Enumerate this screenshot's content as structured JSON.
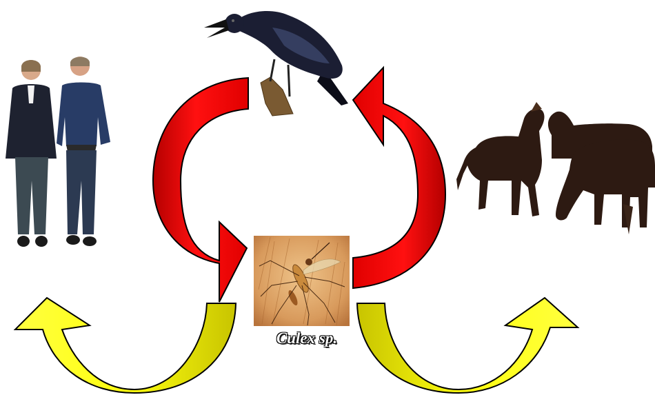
{
  "diagram": {
    "caption": "Culex sp.",
    "nodes": [
      {
        "id": "crow",
        "depicts": "crow-bird"
      },
      {
        "id": "humans",
        "depicts": "two-people"
      },
      {
        "id": "mosquito",
        "depicts": "culex-mosquito"
      },
      {
        "id": "horses",
        "depicts": "horses"
      }
    ],
    "arrows": [
      {
        "from": "crow",
        "to": "mosquito",
        "color": "#e8000a"
      },
      {
        "from": "mosquito",
        "to": "crow",
        "color": "#e8000a"
      },
      {
        "from": "mosquito",
        "to": "humans",
        "color": "#f2f000"
      },
      {
        "from": "mosquito",
        "to": "horses",
        "color": "#f2f000"
      }
    ]
  }
}
